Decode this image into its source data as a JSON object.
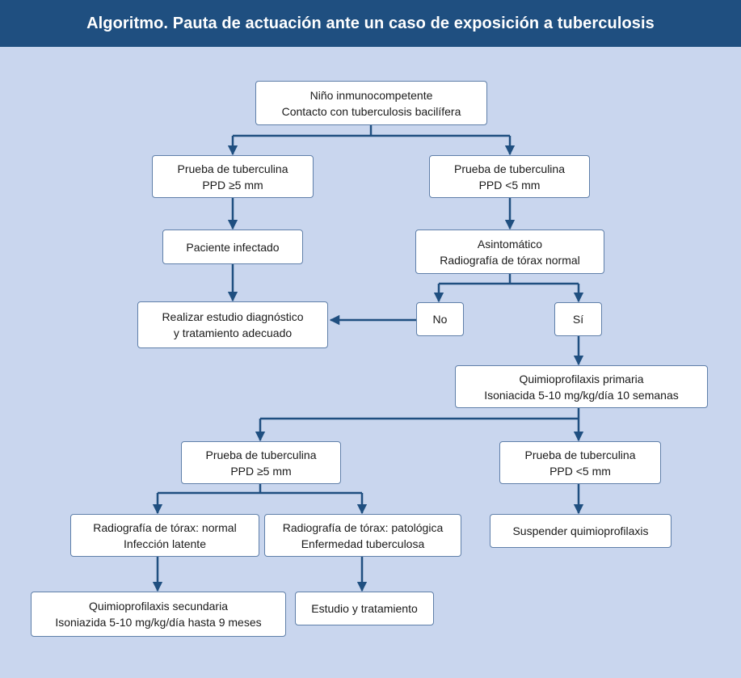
{
  "title": "Algoritmo. Pauta de actuación ante un caso de exposición a tuberculosis",
  "colors": {
    "header": "#1f4f80",
    "background": "#c9d6ee",
    "connector": "#1f4f80",
    "box_border": "#5f7fa9"
  },
  "nodes": {
    "start": {
      "line1": "Niño inmunocompetente",
      "line2": "Contacto con tuberculosis bacilífera"
    },
    "ppd_pos_1": {
      "line1": "Prueba de tuberculina",
      "line2": "PPD ≥5 mm"
    },
    "ppd_neg_1": {
      "line1": "Prueba de tuberculina",
      "line2": "PPD <5 mm"
    },
    "infected": {
      "line1": "Paciente infectado"
    },
    "asymptomatic": {
      "line1": "Asintomático",
      "line2": "Radiografía de tórax normal"
    },
    "diagnostic": {
      "line1": "Realizar estudio diagnóstico",
      "line2": "y tratamiento adecuado"
    },
    "no": {
      "line1": "No"
    },
    "yes": {
      "line1": "Sí"
    },
    "primary_prophylaxis": {
      "line1": "Quimioprofilaxis primaria",
      "line2": "Isoniacida 5-10 mg/kg/día 10 semanas"
    },
    "ppd_pos_2": {
      "line1": "Prueba de tuberculina",
      "line2": "PPD ≥5 mm"
    },
    "ppd_neg_2": {
      "line1": "Prueba de tuberculina",
      "line2": "PPD <5 mm"
    },
    "xray_normal": {
      "line1": "Radiografía de tórax: normal",
      "line2": "Infección latente"
    },
    "xray_pathologic": {
      "line1": "Radiografía de tórax: patológica",
      "line2": "Enfermedad tuberculosa"
    },
    "suspend": {
      "line1": "Suspender quimioprofilaxis"
    },
    "secondary_prophylaxis": {
      "line1": "Quimioprofilaxis secundaria",
      "line2": "Isoniazida 5-10 mg/kg/día hasta 9 meses"
    },
    "study_treatment": {
      "line1": "Estudio y tratamiento"
    }
  }
}
